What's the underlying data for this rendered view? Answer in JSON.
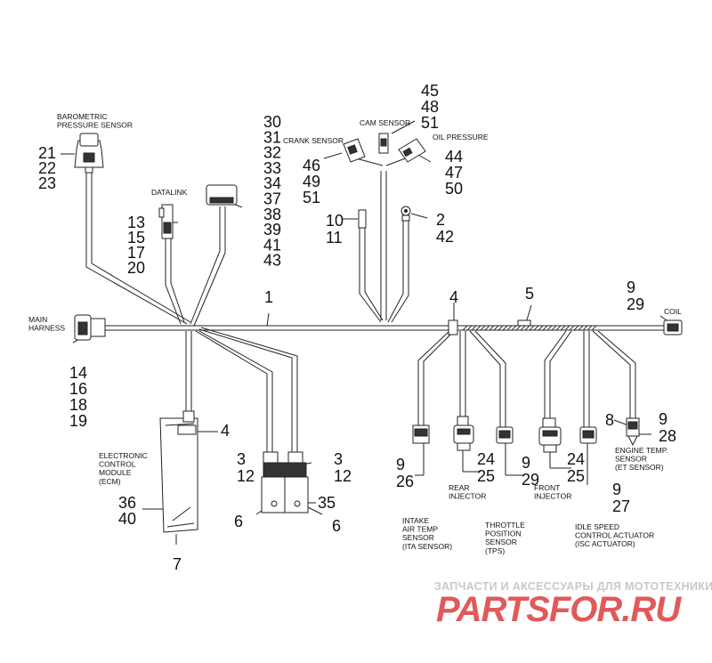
{
  "components": {
    "barometric_sensor": "BAROMETRIC\nPRESSURE SENSOR",
    "datalink": "DATALINK",
    "main_harness": "MAIN\nHARNESS",
    "cam_sensor": "CAM SENSOR",
    "crank_sensor": "CRANK SENSOR",
    "oil_pressure": "OIL PRESSURE",
    "coil": "COIL",
    "ecm": "ELECTRONIC\nCONTROL\nMODULE\n(ECM)",
    "rear_injector": "REAR\nINJECTOR",
    "front_injector": "FRONT\nINJECTOR",
    "intake_air_temp": "INTAKE\nAIR TEMP\nSENSOR\n(ITA SENSOR)",
    "tps": "THROTTLE\nPOSITION\nSENSOR\n(TPS)",
    "engine_temp": "ENGINE TEMP.\nSENSOR\n(ET SENSOR)",
    "isc": "IDLE SPEED\nCONTROL ACTUATOR\n(ISC ACTUATOR)"
  },
  "callouts": {
    "barometric": "21\n22\n23",
    "datalink": "13\n15\n17\n20",
    "module_top": "30\n31\n32\n33\n34\n37\n38\n39\n41\n43",
    "cam": "45\n48\n51",
    "crank": "46\n49\n51",
    "oil": "44\n47\n50",
    "wire_a": "10\n11",
    "ring": "2\n42",
    "harness": "1",
    "clamp": "4",
    "sleeve": "5",
    "coil": "9\n29",
    "main_harness": "14\n16\n18\n19",
    "ecm_screw": "4",
    "relay_left": "3\n12",
    "relay_right": "3\n12",
    "relay_bottom_left": "6",
    "relay_bottom_right": "6",
    "relay_side": "35",
    "ecm_side": "36\n40",
    "ecm": "7",
    "ita": "9\n26",
    "rear_injector": "24\n25",
    "tps": "9\n29",
    "front_injector": "24\n25",
    "isc": "9\n27",
    "et_left": "8",
    "et_right": "9\n28"
  },
  "watermark": {
    "tagline": "ЗАПЧАСТИ И АКСЕССУАРЫ ДЛЯ МОТОТЕХНИКИ",
    "brand_left": "PARTS",
    "brand_right": "FOR.RU",
    "color": "#e05a5a"
  }
}
